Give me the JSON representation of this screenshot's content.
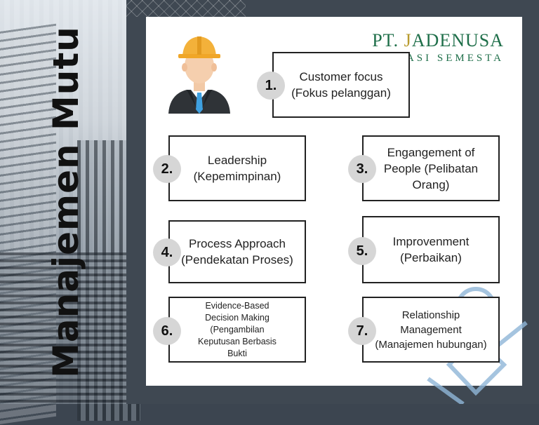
{
  "title": "Manajemen Mutu",
  "logo": {
    "prefix": "PT. ",
    "j": "J",
    "rest": "ADENUSA",
    "sub": "KREASI SEMESTA"
  },
  "principles": [
    {
      "num": "1.",
      "lines": [
        "Customer focus",
        "(Fokus pelanggan)"
      ]
    },
    {
      "num": "2.",
      "lines": [
        "Leadership",
        "(Kepemimpinan)"
      ]
    },
    {
      "num": "3.",
      "lines": [
        "Engangement of",
        "People (Pelibatan",
        "Orang)"
      ]
    },
    {
      "num": "4.",
      "lines": [
        "Process Approach",
        "(Pendekatan Proses)"
      ]
    },
    {
      "num": "5.",
      "lines": [
        "Improvenment",
        "(Perbaikan)"
      ]
    },
    {
      "num": "6.",
      "lines": [
        "Evidence-Based",
        "Decision Making",
        "(Pengambilan",
        "Keputusan Berbasis",
        "Bukti"
      ]
    },
    {
      "num": "7.",
      "lines": [
        "Relationship",
        "Management",
        "(Manajemen hubungan)"
      ]
    }
  ],
  "icons": {
    "worker": "worker-helmet-icon",
    "decoration": "person-outline-icon"
  },
  "colors": {
    "logo_green": "#1f6f4a",
    "logo_gold": "#b89b2e",
    "helmet": "#f3b13a",
    "tie": "#3ea0e0"
  }
}
